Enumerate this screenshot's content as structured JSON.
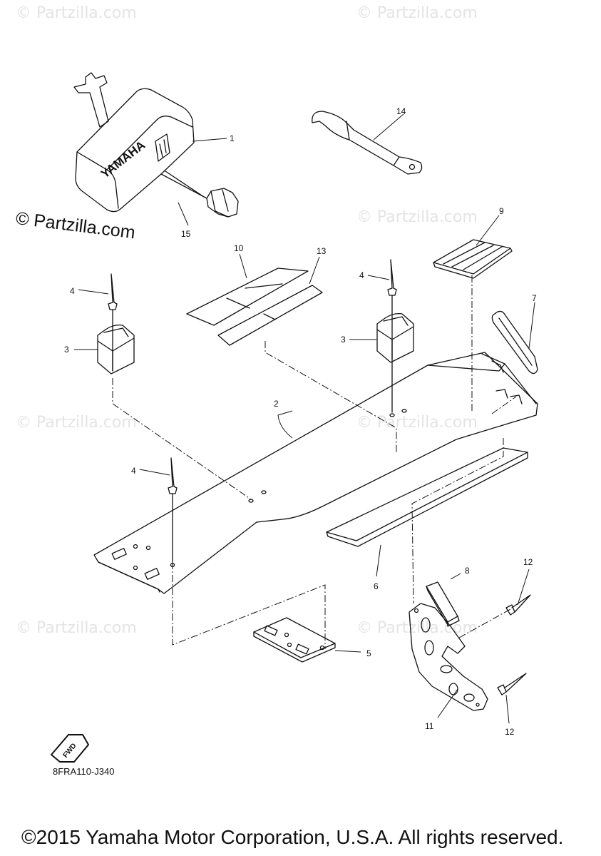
{
  "watermark": {
    "text": "© Partzilla.com",
    "main_text": "© Partzilla.com"
  },
  "callouts": {
    "p1": "1",
    "p2": "2",
    "p3a": "3",
    "p3b": "3",
    "p4a": "4",
    "p4b": "4",
    "p4c": "4",
    "p5": "5",
    "p6": "6",
    "p7": "7",
    "p8": "8",
    "p9": "9",
    "p10": "10",
    "p11": "11",
    "p12a": "12",
    "p12b": "12",
    "p13": "13",
    "p14": "14",
    "p15": "15"
  },
  "cover_text": "YAMAHA",
  "fwd_label": "FWD",
  "reference_code": "8FRA110-J340",
  "copyright": "©2015 Yamaha Motor Corporation, U.S.A. All rights reserved.",
  "colors": {
    "line": "#111111",
    "watermark": "#e4e4e4"
  }
}
